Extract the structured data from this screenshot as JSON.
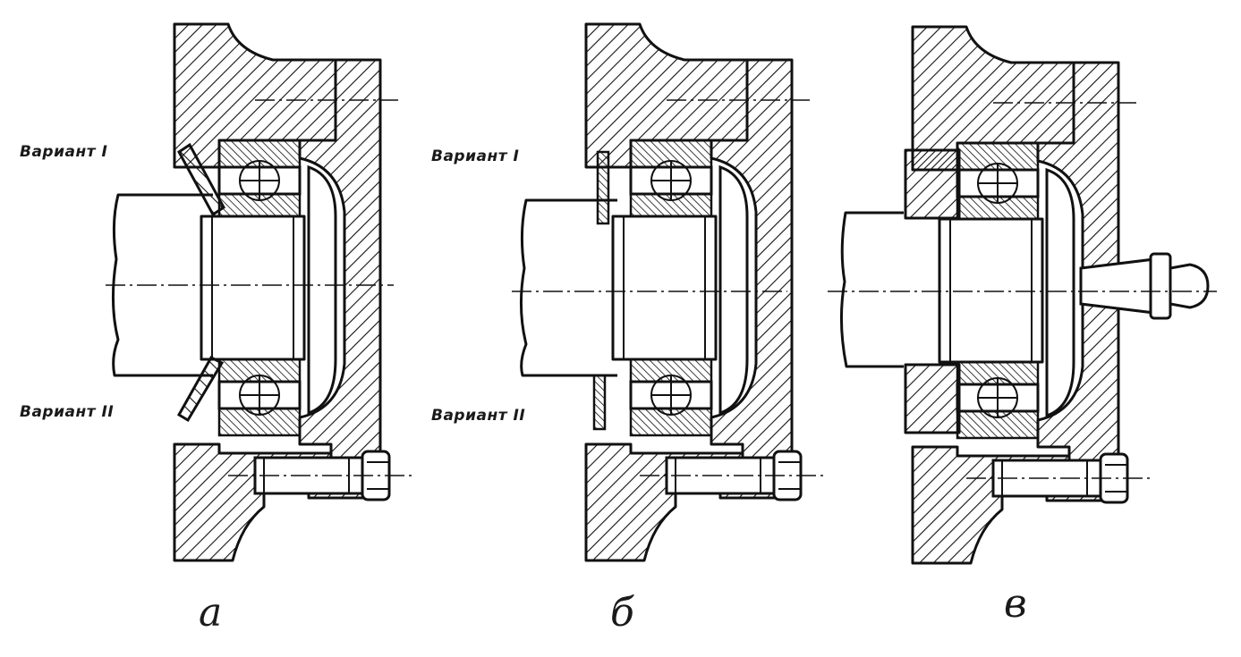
{
  "figure": {
    "panels": [
      {
        "caption": "а",
        "variant_top": "Вариант I",
        "variant_bottom": "Вариант II"
      },
      {
        "caption": "б",
        "variant_top": "Вариант I",
        "variant_bottom": "Вариант II"
      },
      {
        "caption": "в"
      }
    ]
  }
}
